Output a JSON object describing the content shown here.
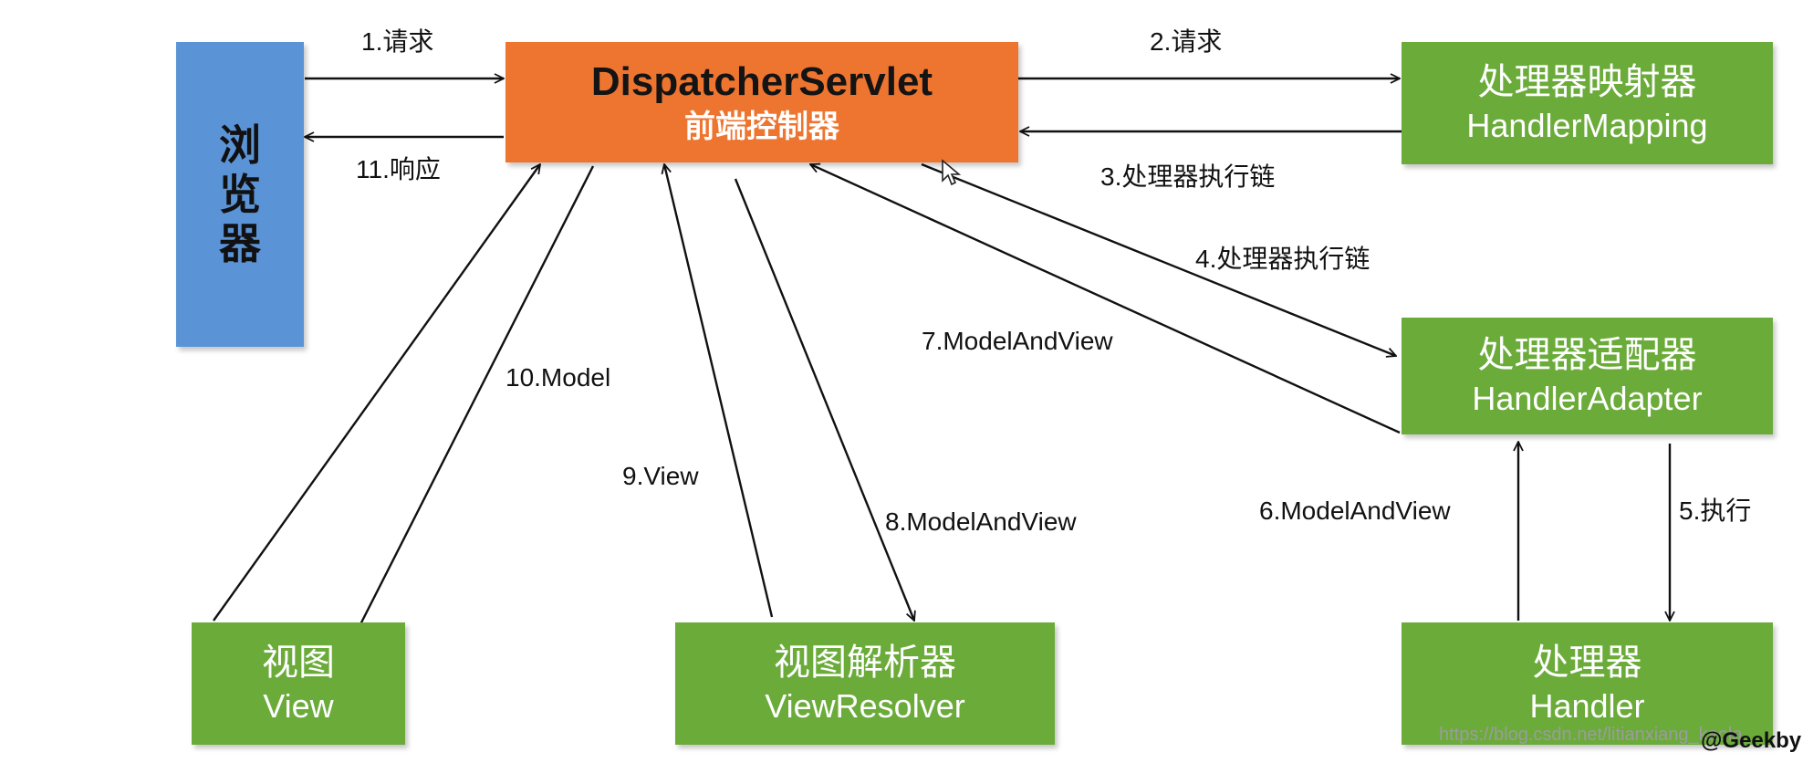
{
  "nodes": {
    "browser": {
      "label": "浏览器"
    },
    "dispatcher": {
      "title": "DispatcherServlet",
      "subtitle": "前端控制器"
    },
    "handler_mapping": {
      "title": "处理器映射器",
      "subtitle": "HandlerMapping"
    },
    "handler_adapter": {
      "title": "处理器适配器",
      "subtitle": "HandlerAdapter"
    },
    "handler": {
      "title": "处理器",
      "subtitle": "Handler"
    },
    "view": {
      "title": "视图",
      "subtitle": "View"
    },
    "view_resolver": {
      "title": "视图解析器",
      "subtitle": "ViewResolver"
    }
  },
  "edges": {
    "e1": "1.请求",
    "e2": "2.请求",
    "e3": "3.处理器执行链",
    "e4": "4.处理器执行链",
    "e5": "5.执行",
    "e6": "6.ModelAndView",
    "e7": "7.ModelAndView",
    "e8": "8.ModelAndView",
    "e9": "9.View",
    "e10": "10.Model",
    "e11": "11.响应"
  },
  "watermark": "https://blog.csdn.net/litianxiang_kaola",
  "credit": "@Geekby",
  "colors": {
    "browser": "#5b93d7",
    "dispatcher": "#ee7530",
    "component": "#6bab3a",
    "arrow": "#111111"
  }
}
